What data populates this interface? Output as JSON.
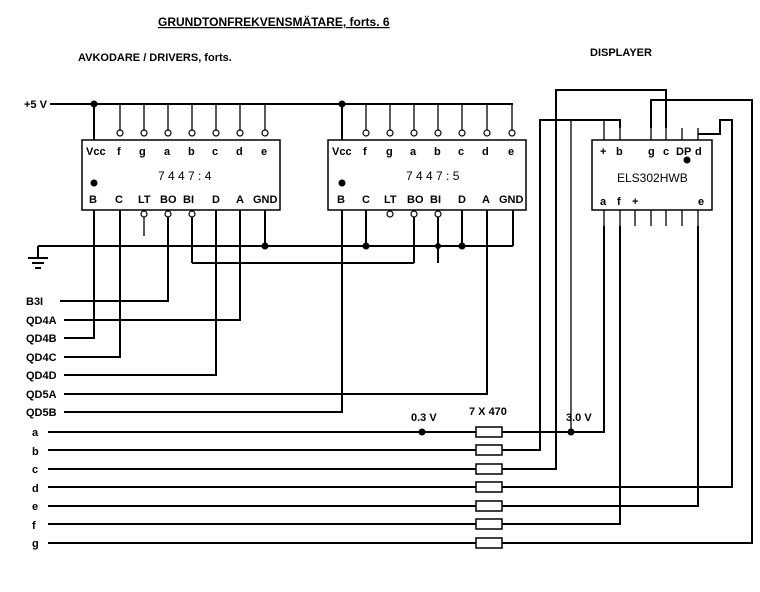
{
  "title": "GRUNDTONFREKVENSMÄTARE, forts. 6",
  "subtitle_left": "AVKODARE / DRIVERS, forts.",
  "subtitle_right": "DISPLAYER",
  "supply_label": "+5 V",
  "chip1": {
    "top_pins": [
      "Vcc",
      "f",
      "g",
      "a",
      "b",
      "c",
      "d",
      "e"
    ],
    "name": "7 4 4 7 : 4",
    "bottom_pins": [
      "B",
      "C",
      "LT",
      "BO",
      "BI",
      "D",
      "A",
      "GND"
    ]
  },
  "chip2": {
    "top_pins": [
      "Vcc",
      "f",
      "g",
      "a",
      "b",
      "c",
      "d",
      "e"
    ],
    "name": "7 4 4 7 : 5",
    "bottom_pins": [
      "B",
      "C",
      "LT",
      "BO",
      "BI",
      "D",
      "A",
      "GND"
    ]
  },
  "display": {
    "top_pins": [
      "+",
      "b",
      "g",
      "c",
      "DP",
      "d"
    ],
    "name": "ELS302HWB",
    "bottom_pins": [
      "a",
      "f",
      "+",
      "e"
    ]
  },
  "inputs": [
    "B3I",
    "QD4A",
    "QD4B",
    "QD4C",
    "QD4D",
    "QD5A",
    "QD5B"
  ],
  "segments": [
    "a",
    "b",
    "c",
    "d",
    "e",
    "f",
    "g"
  ],
  "voltage_left": "0.3 V",
  "voltage_right": "3.0 V",
  "resistor_label": "7 X 470"
}
